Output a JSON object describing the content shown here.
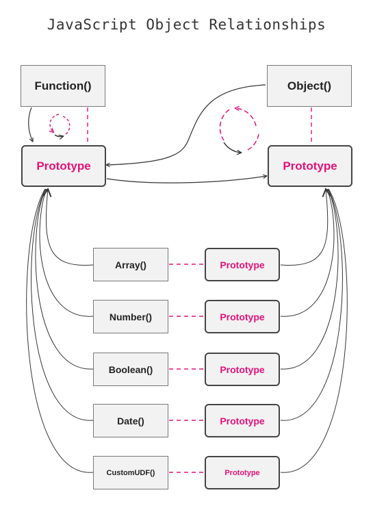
{
  "title": "JavaScript Object Relationships",
  "colors": {
    "accent": "#e4107a",
    "box_fill": "#f2f2f2",
    "box_border": "#444444",
    "line": "#333333"
  },
  "top": {
    "function_label": "Function()",
    "object_label": "Object()",
    "function_prototype_label": "Prototype",
    "object_prototype_label": "Prototype"
  },
  "constructors": [
    {
      "label": "Array()",
      "prototype_label": "Prototype"
    },
    {
      "label": "Number()",
      "prototype_label": "Prototype"
    },
    {
      "label": "Boolean()",
      "prototype_label": "Prototype"
    },
    {
      "label": "Date()",
      "prototype_label": "Prototype"
    },
    {
      "label": "CustomUDF()",
      "prototype_label": "Prototype"
    }
  ]
}
